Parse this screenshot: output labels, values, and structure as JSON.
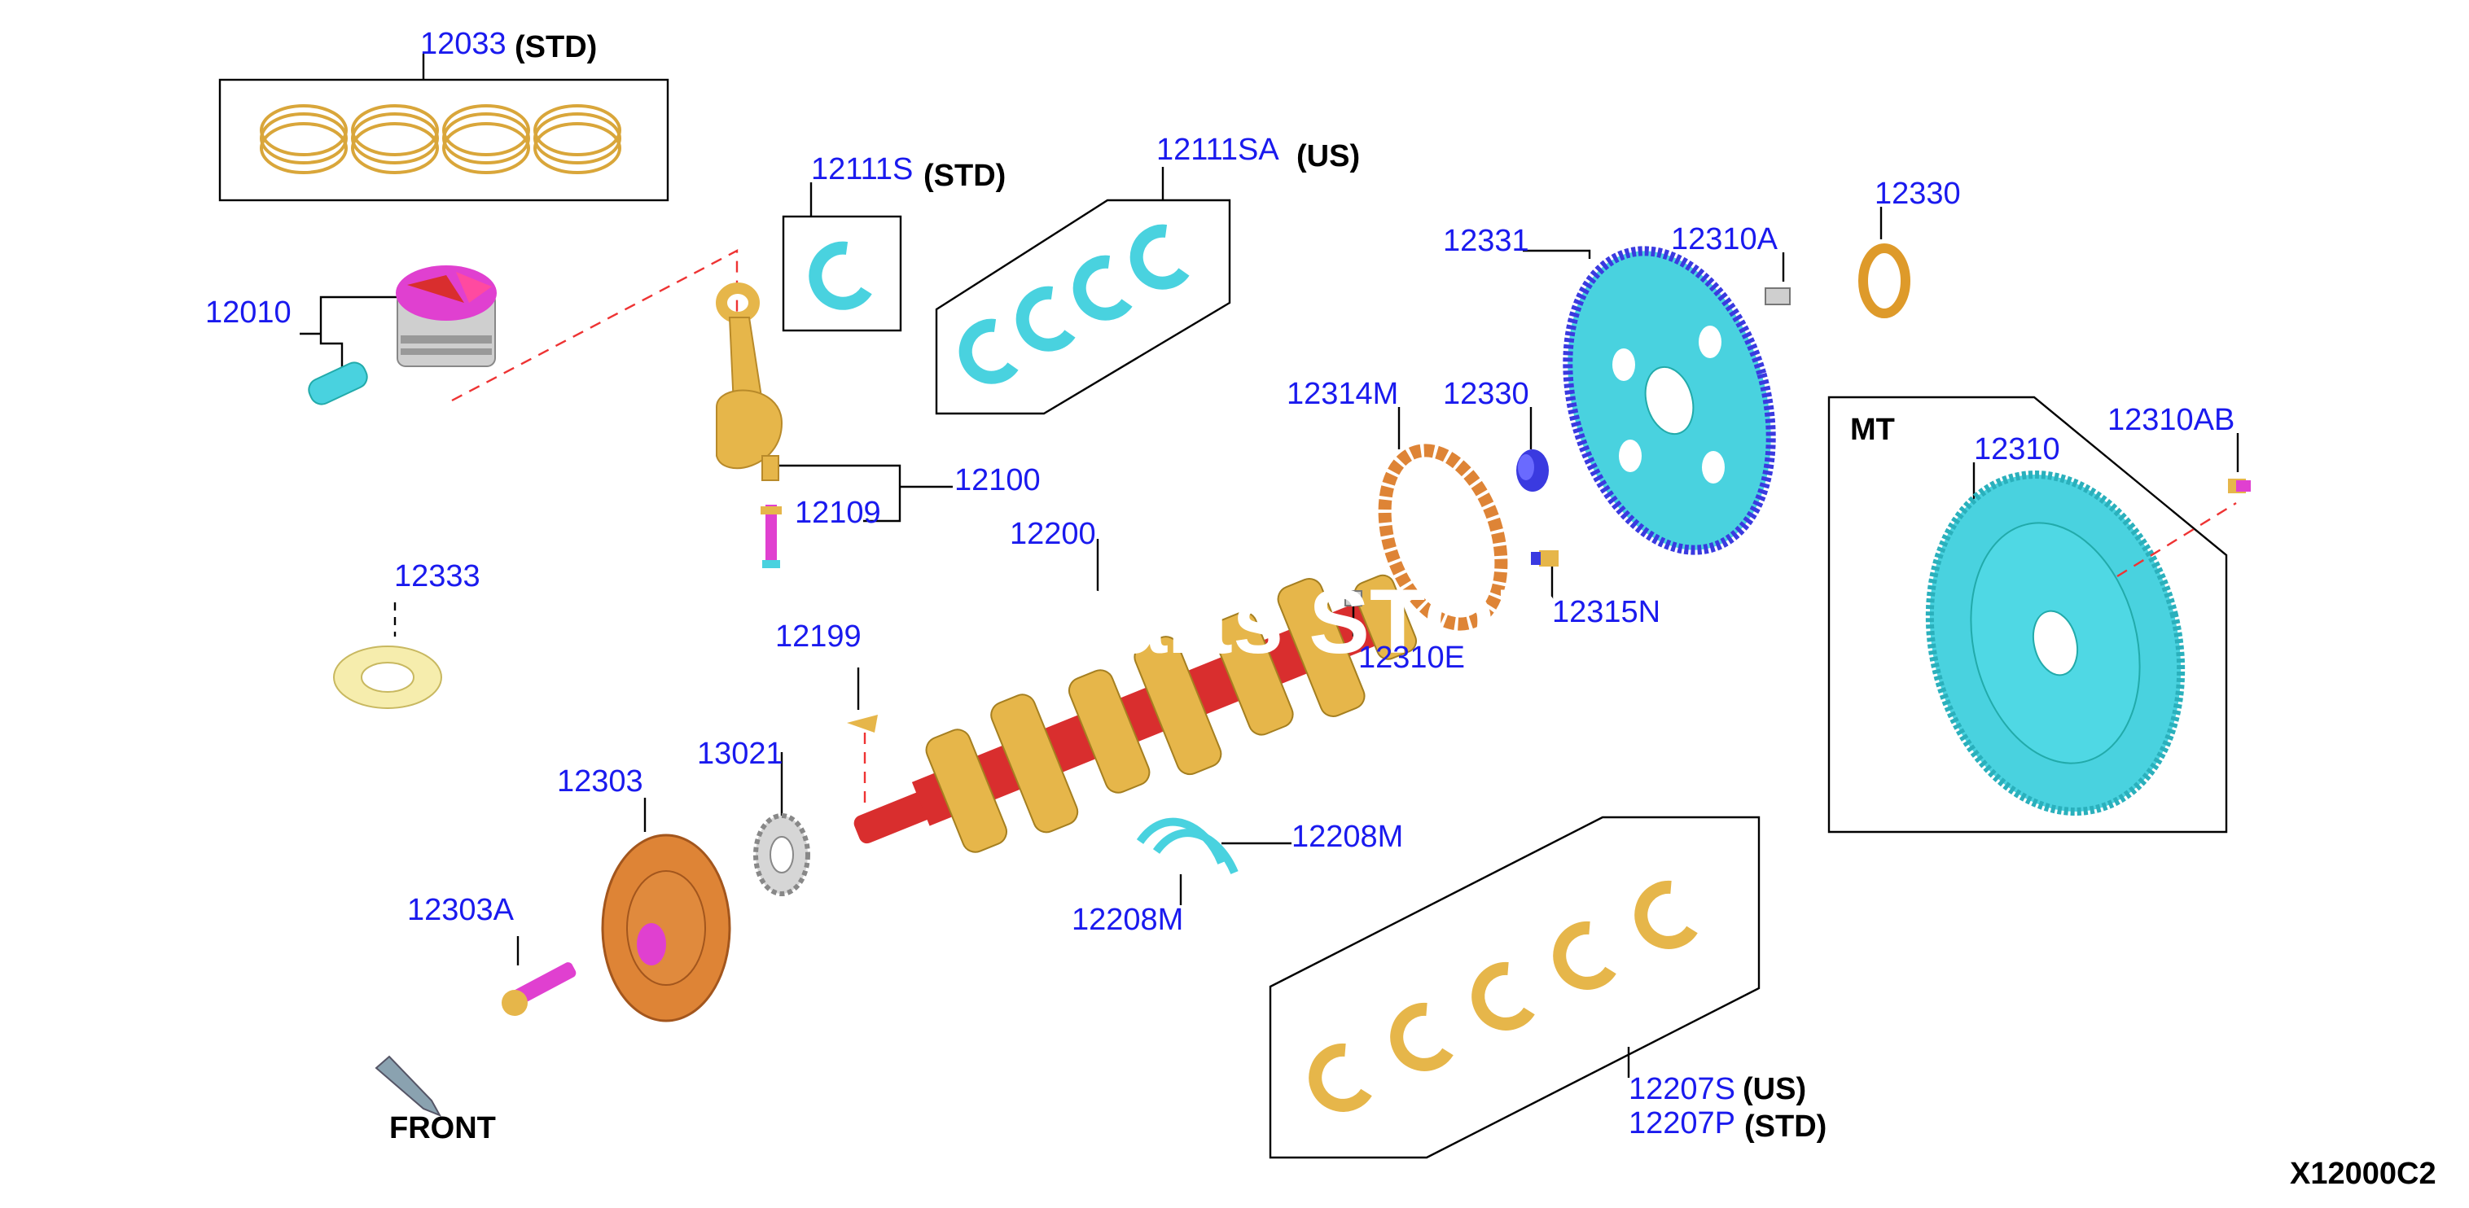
{
  "diagram": {
    "parts": [
      {
        "id": "p-12033",
        "number": "12033",
        "note": "(STD)"
      },
      {
        "id": "p-12010",
        "number": "12010",
        "note": ""
      },
      {
        "id": "p-12111S",
        "number": "12111S",
        "note": "(STD)"
      },
      {
        "id": "p-12111SA",
        "number": "12111SA",
        "note": "(US)"
      },
      {
        "id": "p-12100",
        "number": "12100",
        "note": ""
      },
      {
        "id": "p-12109",
        "number": "12109",
        "note": ""
      },
      {
        "id": "p-12333",
        "number": "12333",
        "note": ""
      },
      {
        "id": "p-12200",
        "number": "12200",
        "note": ""
      },
      {
        "id": "p-12199",
        "number": "12199",
        "note": ""
      },
      {
        "id": "p-13021",
        "number": "13021",
        "note": ""
      },
      {
        "id": "p-12303",
        "number": "12303",
        "note": ""
      },
      {
        "id": "p-12303A",
        "number": "12303A",
        "note": ""
      },
      {
        "id": "p-12208M-a",
        "number": "12208M",
        "note": ""
      },
      {
        "id": "p-12208M-b",
        "number": "12208M",
        "note": ""
      },
      {
        "id": "p-12207S",
        "number": "12207S",
        "note": "(US)"
      },
      {
        "id": "p-12207P",
        "number": "12207P",
        "note": "(STD)"
      },
      {
        "id": "p-12314M",
        "number": "12314M",
        "note": ""
      },
      {
        "id": "p-12330-a",
        "number": "12330",
        "note": ""
      },
      {
        "id": "p-12331",
        "number": "12331",
        "note": ""
      },
      {
        "id": "p-12310A",
        "number": "12310A",
        "note": ""
      },
      {
        "id": "p-12330-b",
        "number": "12330",
        "note": ""
      },
      {
        "id": "p-12315N",
        "number": "12315N",
        "note": ""
      },
      {
        "id": "p-12310E",
        "number": "12310E",
        "note": ""
      },
      {
        "id": "p-12310",
        "number": "12310",
        "note": ""
      },
      {
        "id": "p-12310AB",
        "number": "12310AB",
        "note": ""
      }
    ],
    "mt_label": "MT",
    "front_label": "FRONT",
    "figure_code": "X12000C2",
    "watermark": "Parts STORE",
    "colors": {
      "part_number": "#1a1aee",
      "gold": "#e6b64a",
      "cyan": "#49d2df",
      "blue": "#3a3ae0",
      "red": "#d92e2e",
      "orange": "#de8436",
      "magenta": "#e040d0",
      "leader_dash": "#e33333"
    }
  }
}
